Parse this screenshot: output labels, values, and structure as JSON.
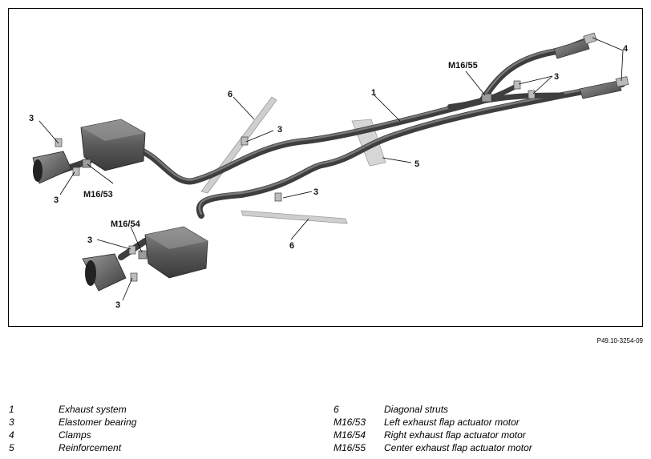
{
  "figure": {
    "id": "P49.10-3254-09",
    "callouts": {
      "label_1": "1",
      "label_3": "3",
      "label_4": "4",
      "label_5": "5",
      "label_6": "6",
      "label_m1653": "M16/53",
      "label_m1654": "M16/54",
      "label_m1655": "M16/55"
    }
  },
  "legend": {
    "left": [
      {
        "num": "1",
        "text": "Exhaust system"
      },
      {
        "num": "3",
        "text": "Elastomer bearing"
      },
      {
        "num": "4",
        "text": "Clamps"
      },
      {
        "num": "5",
        "text": "Reinforcement"
      }
    ],
    "right": [
      {
        "num": "6",
        "text": "Diagonal struts"
      },
      {
        "num": "M16/53",
        "text": "Left exhaust flap actuator motor"
      },
      {
        "num": "M16/54",
        "text": "Right exhaust flap actuator motor"
      },
      {
        "num": "M16/55",
        "text": "Center exhaust flap actuator motor"
      }
    ]
  }
}
